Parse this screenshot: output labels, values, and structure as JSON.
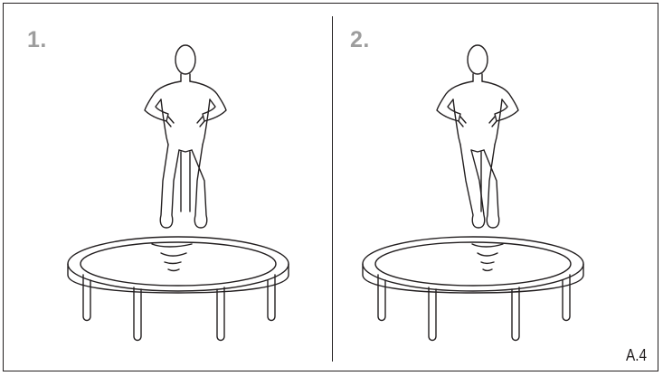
{
  "panels": [
    {
      "step_label": "1."
    },
    {
      "step_label": "2."
    }
  ],
  "figure_ref": "A.4"
}
